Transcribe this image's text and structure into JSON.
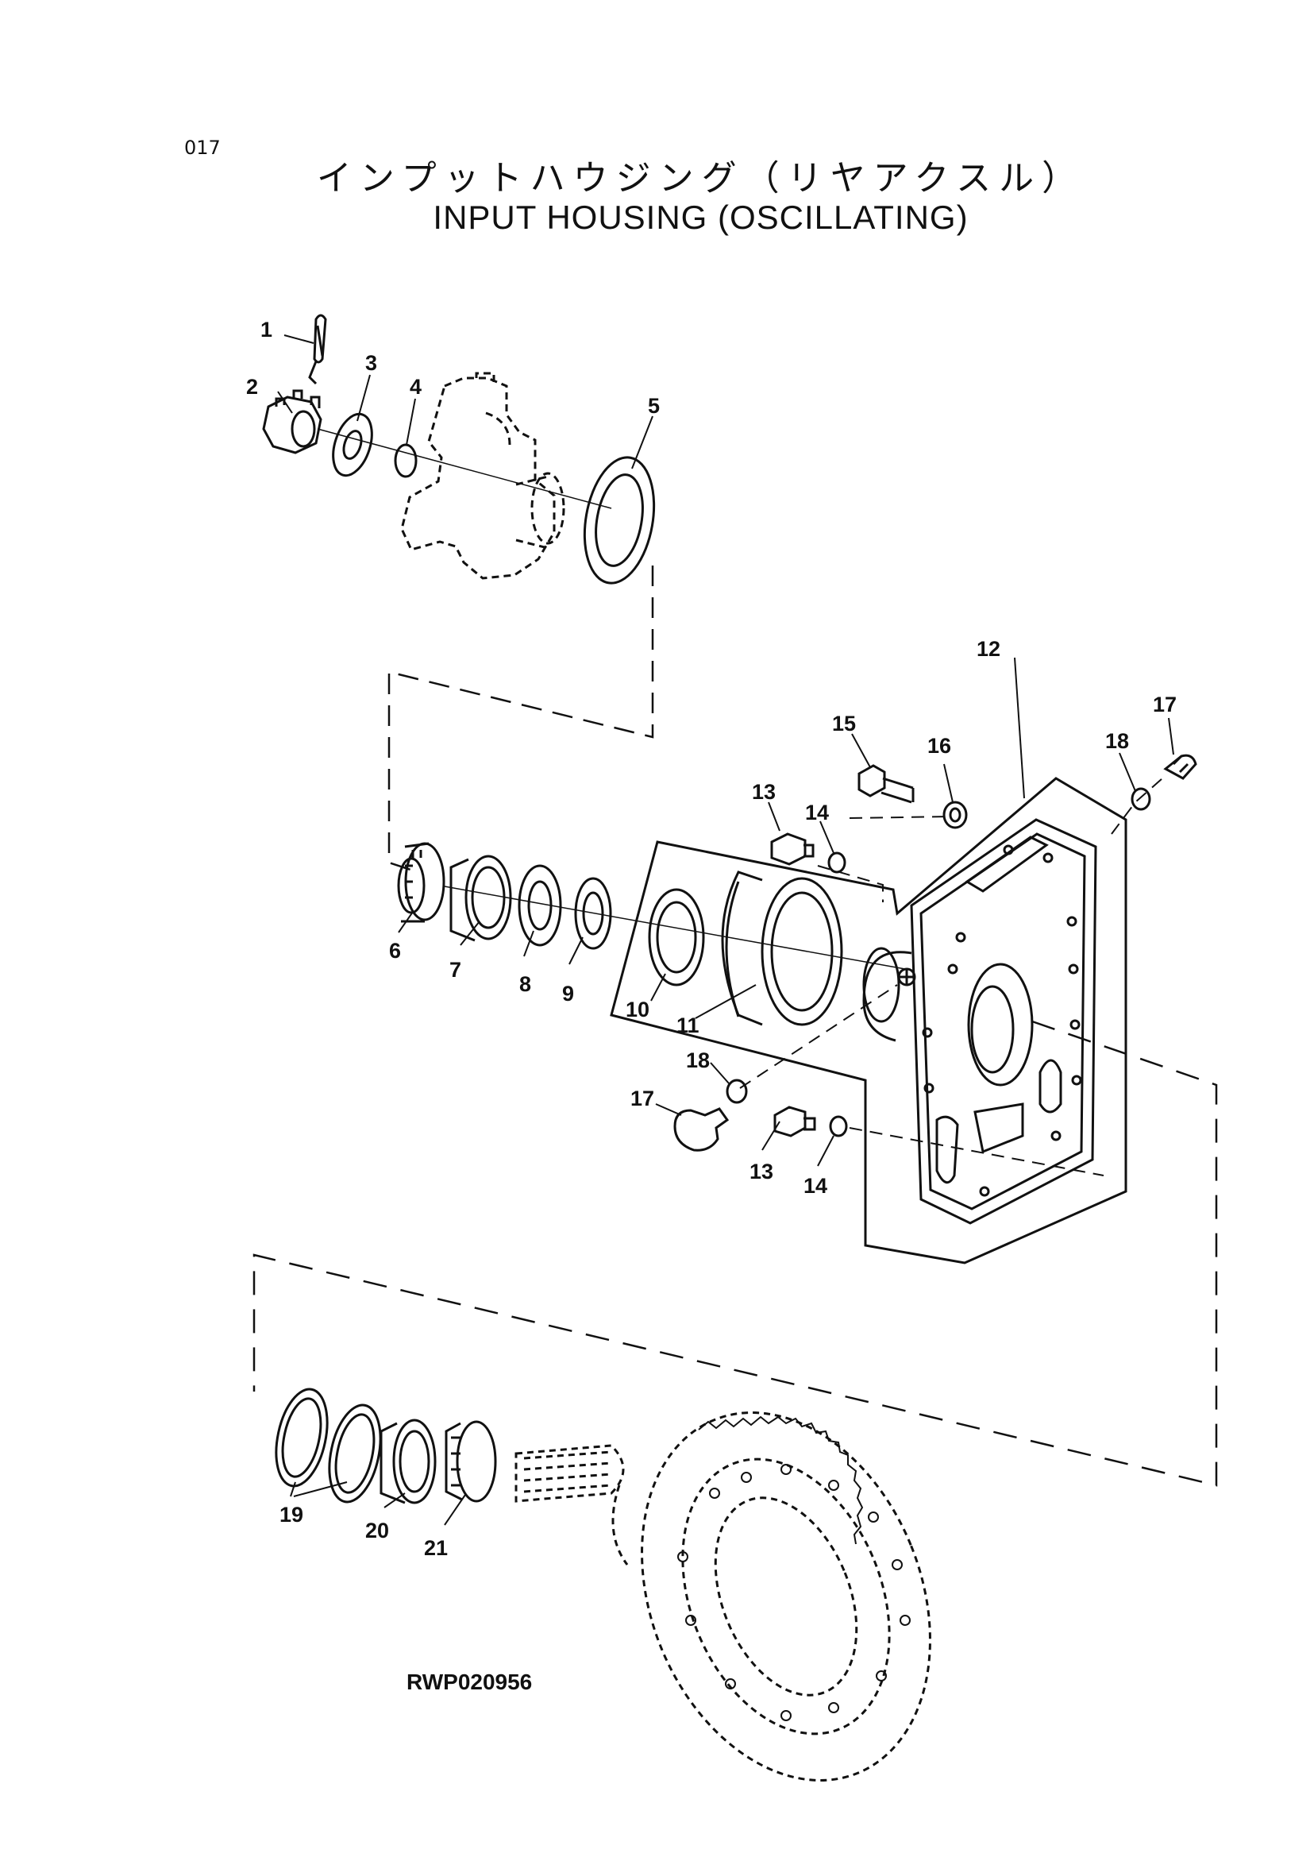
{
  "page": {
    "number": "017",
    "title_jp": "インプットハウジング（リヤアクスル）",
    "title_en": "INPUT HOUSING (OSCILLATING)",
    "reference_code": "RWP020956"
  },
  "callouts": [
    "1",
    "2",
    "3",
    "4",
    "5",
    "6",
    "7",
    "8",
    "9",
    "10",
    "11",
    "12",
    "13",
    "14",
    "15",
    "16",
    "17",
    "18",
    "13",
    "14",
    "17",
    "18",
    "19",
    "20",
    "21"
  ]
}
